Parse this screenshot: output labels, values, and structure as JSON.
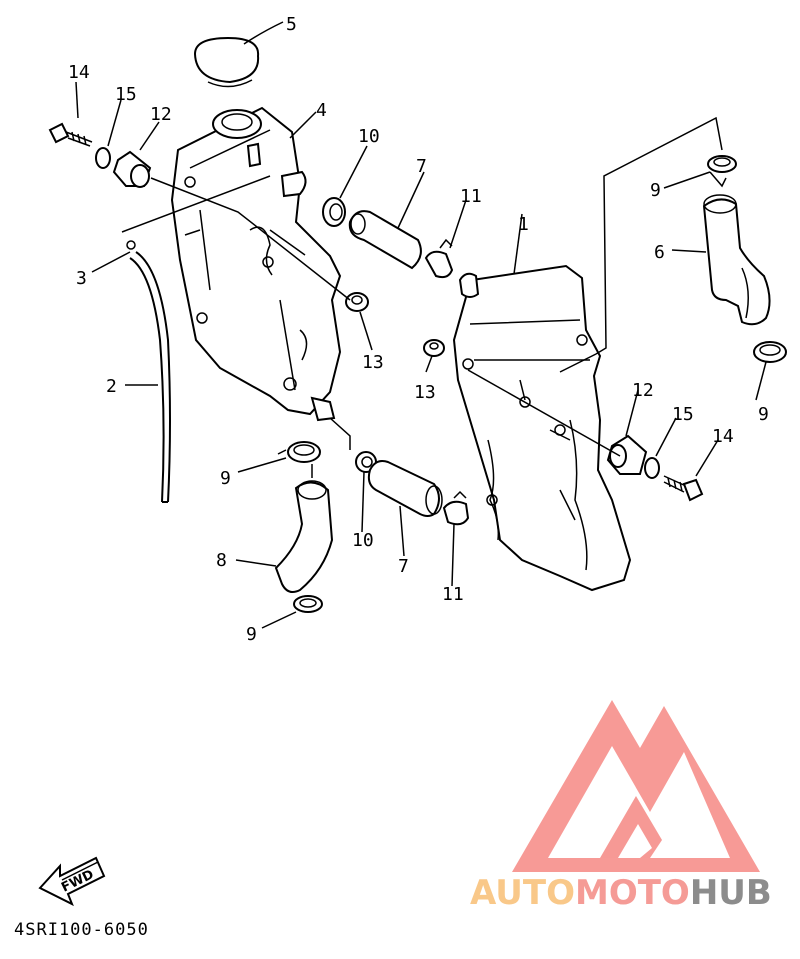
{
  "diagram": {
    "callouts": [
      "1",
      "2",
      "3",
      "4",
      "5",
      "6",
      "7",
      "7",
      "8",
      "9",
      "9",
      "9",
      "9",
      "10",
      "10",
      "11",
      "11",
      "12",
      "12",
      "13",
      "13",
      "14",
      "14",
      "15",
      "15"
    ],
    "drawing_code": "4SRI100-6050",
    "fwd_label": "FWD"
  },
  "watermark": {
    "part1": "AUTO",
    "part2": "MOTO",
    "part3": "HUB",
    "colors": {
      "auto": "#f9c889",
      "moto": "#f59b96",
      "hub": "#8c8c8c",
      "logo": "#f47b76"
    }
  }
}
